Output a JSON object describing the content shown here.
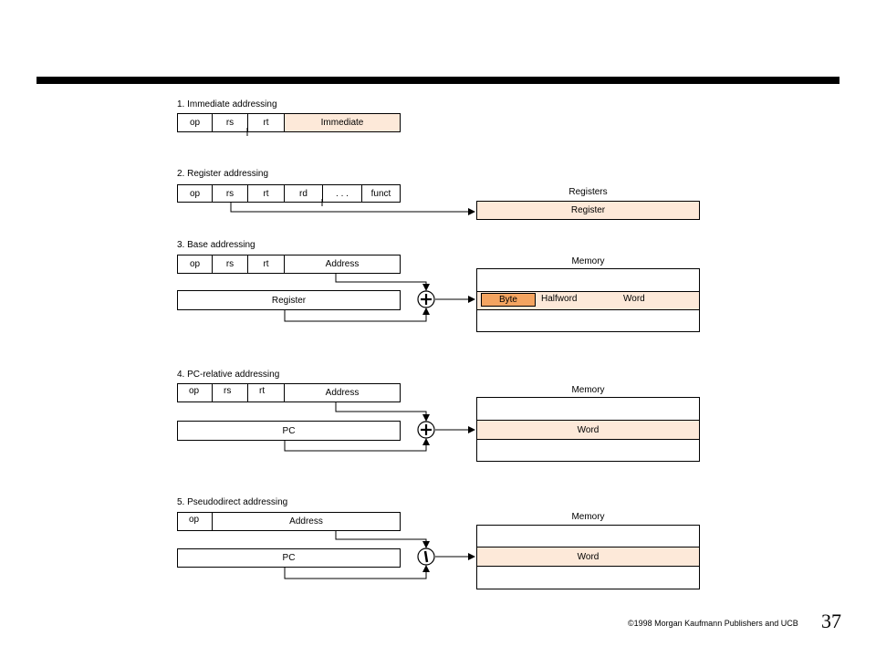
{
  "sections": {
    "immediate": {
      "title": "1. Immediate addressing",
      "fields": [
        "op",
        "rs",
        "rt",
        "Immediate"
      ]
    },
    "register": {
      "title": "2. Register addressing",
      "fields": [
        "op",
        "rs",
        "rt",
        "rd",
        ". . .",
        "funct"
      ],
      "target_caption": "Registers",
      "target_label": "Register"
    },
    "base": {
      "title": "3. Base addressing",
      "fields": [
        "op",
        "rs",
        "rt",
        "Address"
      ],
      "operand": "Register",
      "mem_caption": "Memory",
      "byte": "Byte",
      "halfword": "Halfword",
      "word": "Word"
    },
    "pc_relative": {
      "title": "4. PC-relative addressing",
      "fields": [
        "op",
        "rs",
        "rt",
        "Address"
      ],
      "operand": "PC",
      "mem_caption": "Memory",
      "word": "Word"
    },
    "pseudodirect": {
      "title": "5. Pseudodirect addressing",
      "fields": [
        "op",
        "Address"
      ],
      "operand": "PC",
      "mem_caption": "Memory",
      "word": "Word"
    }
  },
  "footer": {
    "copyright": "©1998 Morgan Kaufmann Publishers and UCB",
    "page": "37"
  },
  "colors": {
    "field_fill": "#fde9d9",
    "byte_fill": "#f4a460",
    "rule": "#000000"
  },
  "icons": {
    "adder": "plus-circle-icon",
    "concat": "concat-circle-icon",
    "arrowhead": "arrow-right-icon"
  }
}
